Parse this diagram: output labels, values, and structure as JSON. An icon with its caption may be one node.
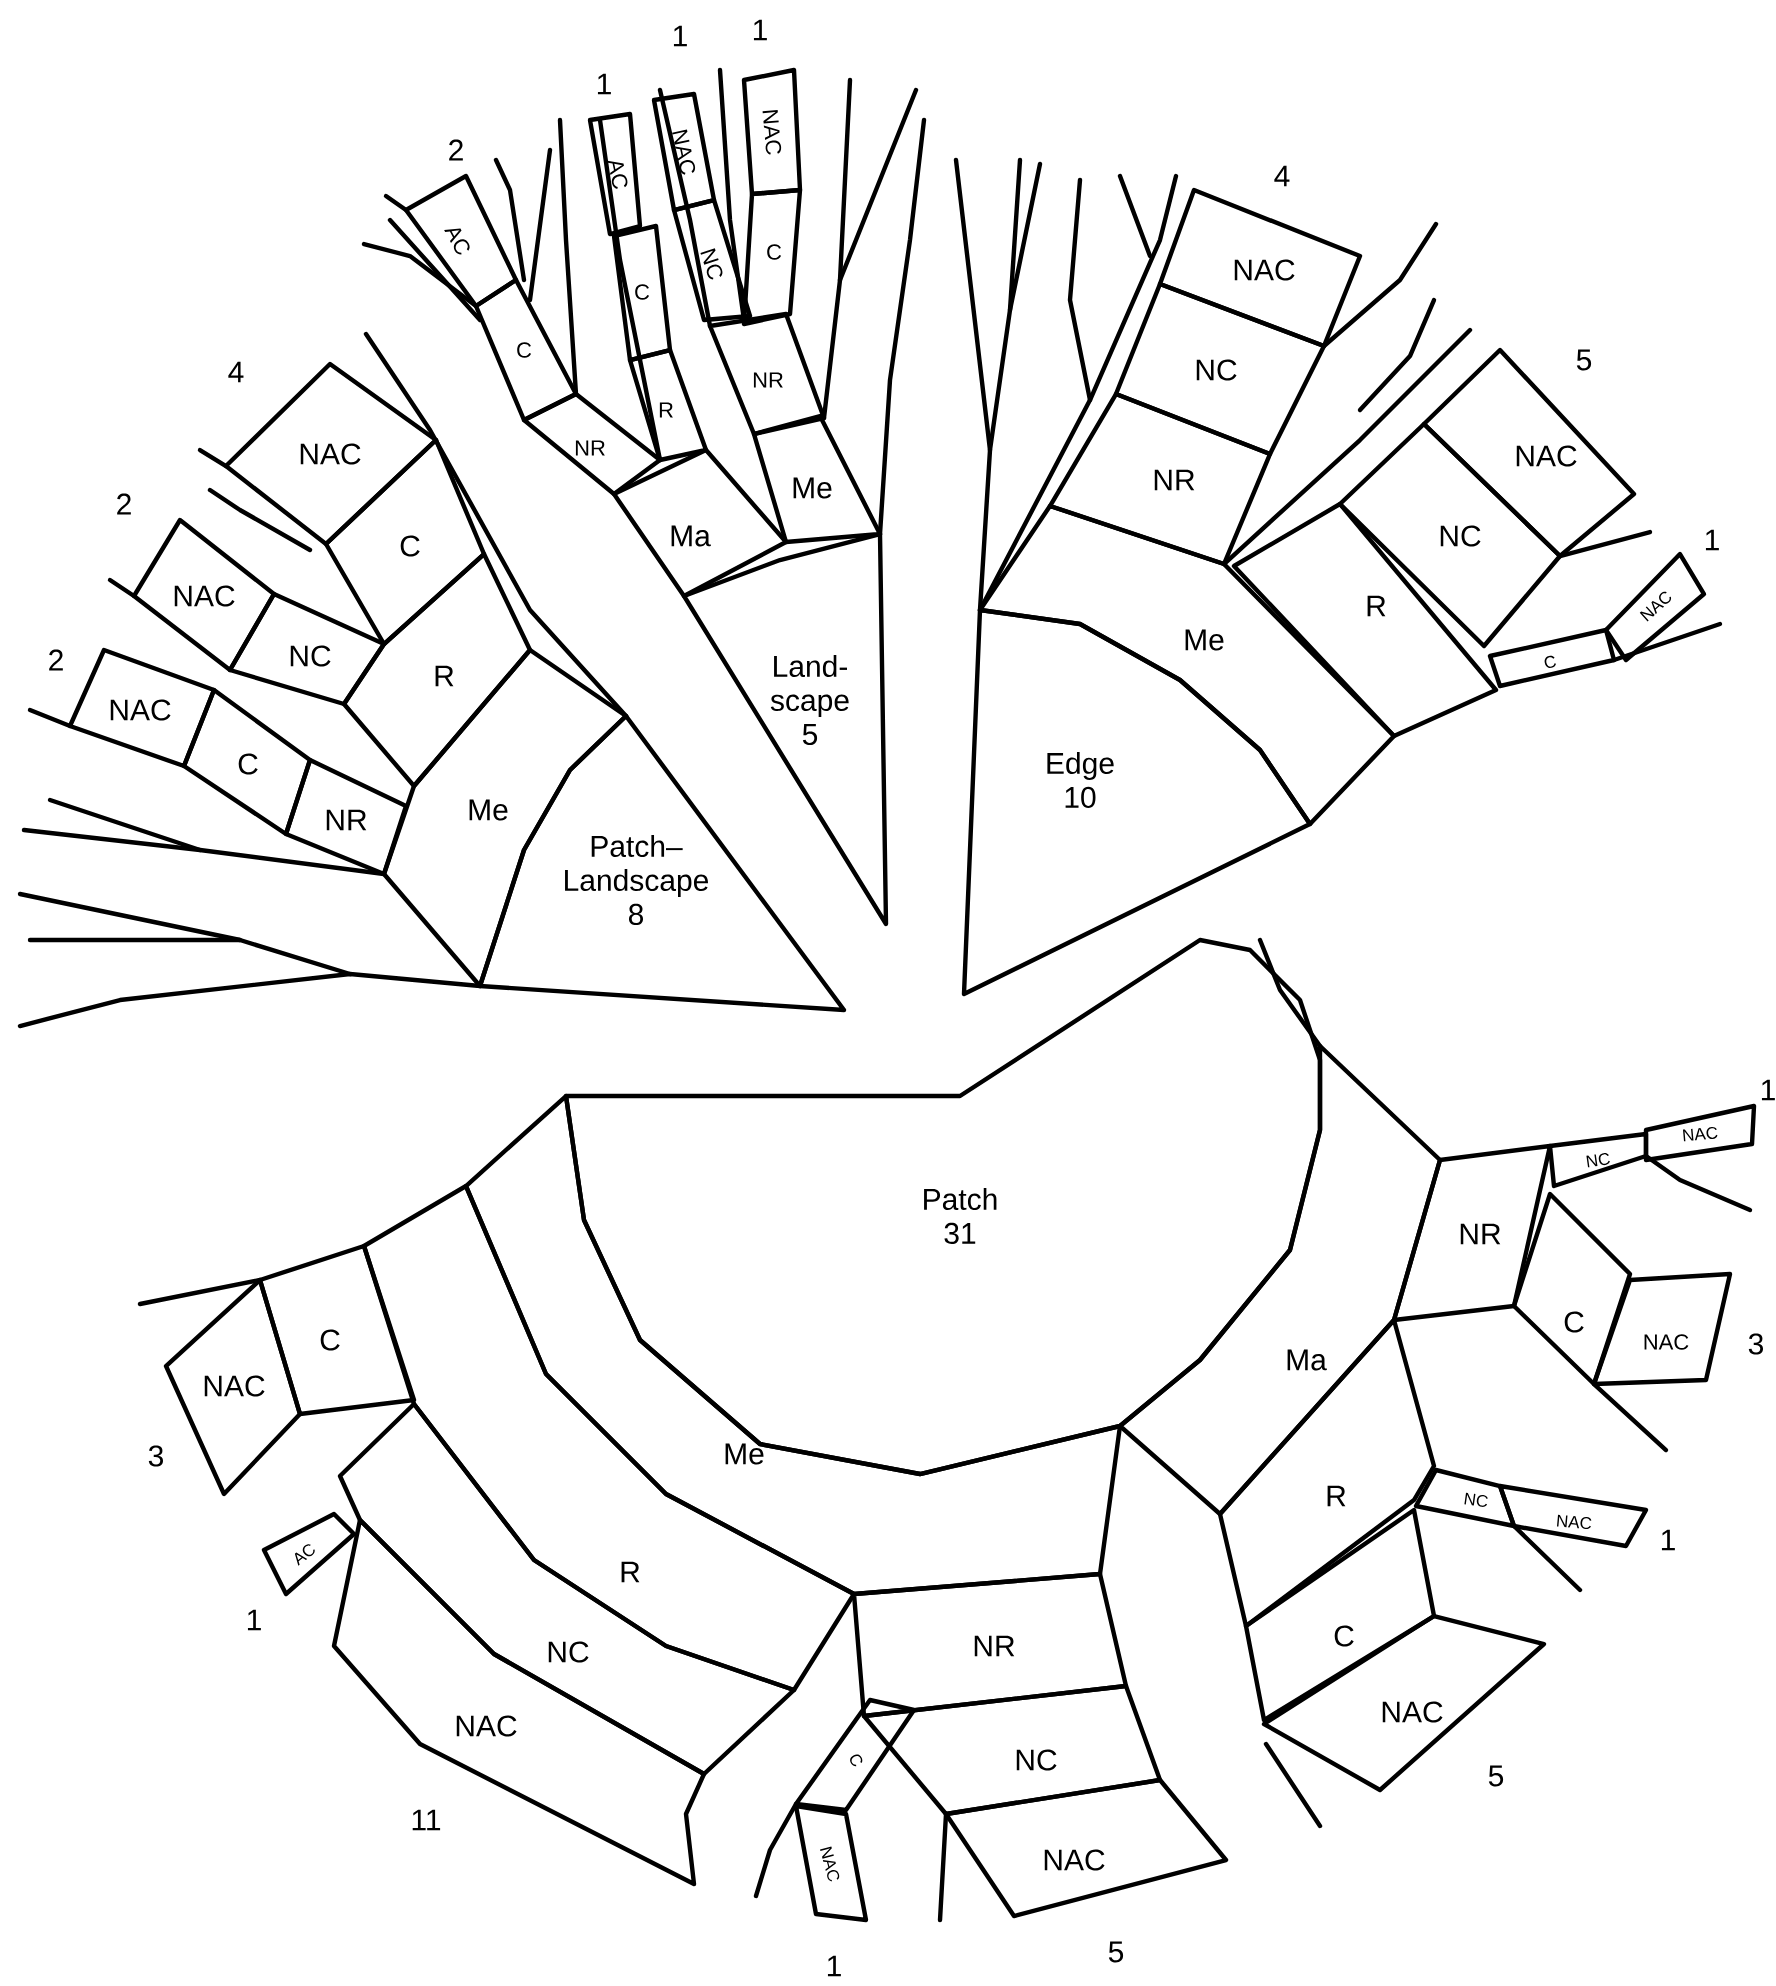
{
  "diagram": {
    "nodes": [
      {
        "text": [
          "Patch– Landscape",
          "8"
        ]
      },
      {
        "text": [
          "Me"
        ]
      },
      {
        "text": [
          "R"
        ]
      },
      {
        "text": [
          "NR"
        ]
      },
      {
        "text": [
          "C"
        ]
      },
      {
        "text": [
          "NAC"
        ],
        "beside": [
          "2"
        ]
      },
      {
        "text": [
          "NC"
        ]
      },
      {
        "text": [
          "NAC"
        ],
        "beside": [
          "2"
        ]
      },
      {
        "text": [
          "C"
        ]
      },
      {
        "text": [
          "NAC"
        ],
        "beside": [
          "4"
        ]
      },
      {
        "text": [
          "Land- scape",
          "5"
        ]
      },
      {
        "text": [
          "Ma"
        ]
      },
      {
        "text": [
          "Me"
        ]
      },
      {
        "text": [
          "NR"
        ]
      },
      {
        "text": [
          "C"
        ]
      },
      {
        "text": [
          "AC"
        ],
        "beside": [
          "2"
        ]
      },
      {
        "text": [
          "R"
        ]
      },
      {
        "text": [
          "C"
        ]
      },
      {
        "text": [
          "AC"
        ],
        "beside": [
          "1"
        ]
      },
      {
        "text": [
          "NR"
        ]
      },
      {
        "text": [
          "NC"
        ]
      },
      {
        "text": [
          "NAC"
        ],
        "beside": [
          "1"
        ]
      },
      {
        "text": [
          "C"
        ]
      },
      {
        "text": [
          "NAC"
        ],
        "beside": [
          "1"
        ]
      },
      {
        "text": [
          "Edge",
          "10"
        ]
      },
      {
        "text": [
          "Me"
        ]
      },
      {
        "text": [
          "NR"
        ]
      },
      {
        "text": [
          "NC"
        ]
      },
      {
        "text": [
          "NAC"
        ],
        "beside": [
          "4"
        ]
      },
      {
        "text": [
          "R"
        ]
      },
      {
        "text": [
          "NC"
        ]
      },
      {
        "text": [
          "NAC"
        ],
        "beside": [
          "5"
        ]
      },
      {
        "text": [
          "C"
        ]
      },
      {
        "text": [
          "NAC"
        ],
        "beside": [
          "1"
        ]
      },
      {
        "text": [
          "Patch",
          "31"
        ]
      },
      {
        "text": [
          "Me"
        ]
      },
      {
        "text": [
          "R"
        ]
      },
      {
        "text": [
          "NC"
        ]
      },
      {
        "text": [
          "NAC"
        ],
        "beside": [
          "11"
        ]
      },
      {
        "text": [
          "AC"
        ],
        "beside": [
          "1"
        ]
      },
      {
        "text": [
          "C"
        ]
      },
      {
        "text": [
          "NAC"
        ],
        "beside": [
          "3"
        ]
      },
      {
        "text": [
          "NR"
        ]
      },
      {
        "text": [
          "NC"
        ]
      },
      {
        "text": [
          "NAC"
        ],
        "beside": [
          "5"
        ]
      },
      {
        "text": [
          "C"
        ]
      },
      {
        "text": [
          "NAC"
        ],
        "beside": [
          "1"
        ]
      },
      {
        "text": [
          "Ma"
        ]
      },
      {
        "text": [
          "NR"
        ]
      },
      {
        "text": [
          "NC"
        ]
      },
      {
        "text": [
          "NAC"
        ],
        "beside": [
          "1"
        ]
      },
      {
        "text": [
          "C"
        ]
      },
      {
        "text": [
          "NAC"
        ],
        "beside": [
          "3"
        ]
      },
      {
        "text": [
          "R"
        ]
      },
      {
        "text": [
          "NC"
        ]
      },
      {
        "text": [
          "NAC"
        ],
        "beside": [
          "1"
        ]
      },
      {
        "text": [
          "C"
        ]
      },
      {
        "text": [
          "NAC"
        ],
        "beside": [
          "5"
        ]
      }
    ]
  }
}
